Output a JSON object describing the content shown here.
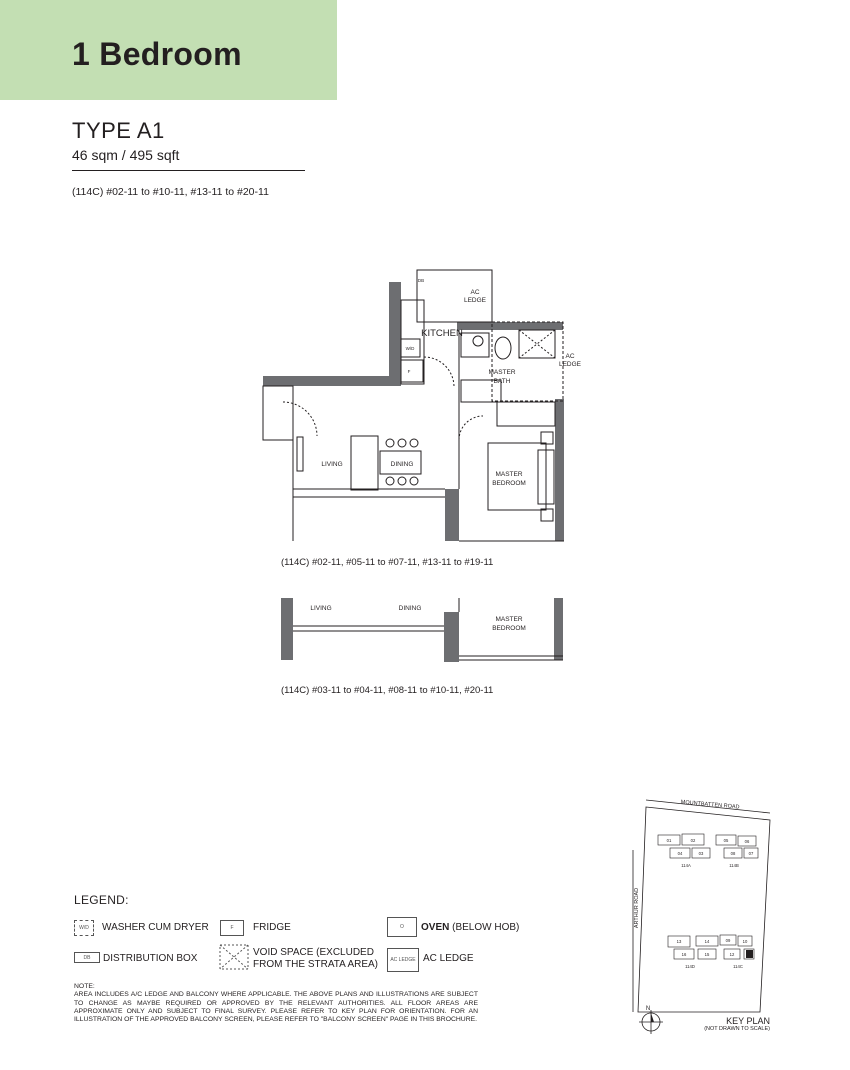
{
  "header": {
    "title": "1 Bedroom"
  },
  "unit": {
    "type": "TYPE A1",
    "area": "46 sqm / 495 sqft",
    "units_main": "(114C) #02-11 to #10-11, #13-11 to #20-11"
  },
  "plan": {
    "rooms": {
      "kitchen": "KITCHEN",
      "ac_ledge_1_a": "AC",
      "ac_ledge_1_b": "LEDGE",
      "ac_ledge_2_a": "AC",
      "ac_ledge_2_b": "LEDGE",
      "master_bath_a": "MASTER",
      "master_bath_b": "BATH",
      "living": "LIVING",
      "dining": "DINING",
      "master_bedroom_a": "MASTER",
      "master_bedroom_b": "BEDROOM",
      "db_tag": "DB",
      "wd_tag": "W/D",
      "f_tag": "F"
    },
    "variant_1_caption": "(114C) #02-11, #05-11 to #07-11, #13-11 to #19-11",
    "variant_2_caption": "(114C) #03-11 to #04-11, #08-11 to #10-11, #20-11",
    "variant_labels": {
      "living": "LIVING",
      "dining": "DINING",
      "master_bedroom_a": "MASTER",
      "master_bedroom_b": "BEDROOM"
    }
  },
  "legend": {
    "title": "LEGEND:",
    "washer": {
      "tag": "W/D",
      "label": "WASHER CUM DRYER"
    },
    "fridge": {
      "tag": "F",
      "label": "FRIDGE"
    },
    "oven": {
      "tag": "O",
      "label_bold": "OVEN",
      "label_rest": " (BELOW HOB)"
    },
    "db": {
      "tag": "DB",
      "label": "DISTRIBUTION BOX"
    },
    "void": {
      "label_1": "VOID SPACE (EXCLUDED",
      "label_2": "FROM THE STRATA AREA)"
    },
    "acledge": {
      "tag": "AC LEDGE",
      "label": "AC LEDGE"
    }
  },
  "note": "NOTE:\nAREA INCLUDES A/C LEDGE AND BALCONY WHERE APPLICABLE. THE ABOVE PLANS AND ILLUSTRATIONS ARE SUBJECT TO CHANGE AS MAYBE REQUIRED OR APPROVED BY THE RELEVANT AUTHORITIES. ALL FLOOR AREAS ARE APPROXIMATE ONLY AND SUBJECT TO FINAL SURVEY. PLEASE REFER TO KEY PLAN FOR ORIENTATION. FOR AN ILLUSTRATION OF THE APPROVED BALCONY SCREEN, PLEASE REFER TO \"BALCONY SCREEN\" PAGE IN THIS BROCHURE.",
  "key_plan": {
    "label": "KEY PLAN",
    "sub": "(NOT DRAWN TO SCALE)",
    "road_top": "MOUNTBATTEN ROAD",
    "road_left": "ARTHUR ROAD",
    "compass": "N",
    "blocks": [
      "114A",
      "114B",
      "114D",
      "114C"
    ],
    "stacks_a": [
      "01",
      "02",
      "04",
      "03"
    ],
    "stacks_b": [
      "05",
      "06",
      "08",
      "07"
    ],
    "stacks_d": [
      "13",
      "14",
      "16",
      "15"
    ],
    "stacks_c": [
      "09",
      "10",
      "12",
      "11"
    ]
  }
}
